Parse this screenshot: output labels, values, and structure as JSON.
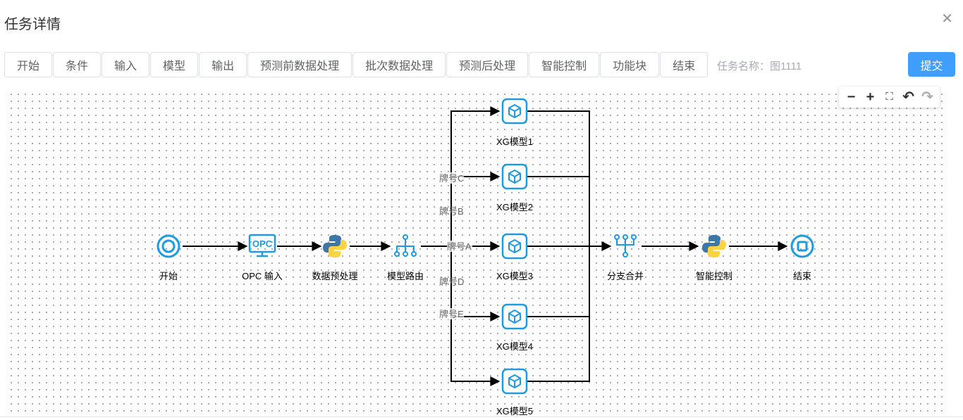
{
  "title": "任务详情",
  "toolbar": [
    "开始",
    "条件",
    "输入",
    "模型",
    "输出",
    "预测前数据处理",
    "批次数据处理",
    "预测后处理",
    "智能控制",
    "功能块",
    "结束"
  ],
  "task_name": "任务名称：图1111",
  "submit": "提交",
  "canvas_controls": {
    "zoom_out": "−",
    "zoom_in": "+",
    "fit": "⛶",
    "undo": "↶",
    "redo": "↷"
  },
  "nodes": {
    "start": "开始",
    "opc": "OPC 输入",
    "pre": "数据预处理",
    "router": "模型路由",
    "m1": "XG模型1",
    "m2": "XG模型2",
    "m3": "XG模型3",
    "m4": "XG模型4",
    "m5": "XG模型5",
    "merge": "分支合并",
    "smart": "智能控制",
    "end": "结束"
  },
  "opc_icon_text": "OPC",
  "edges": {
    "c": "牌号C",
    "b": "牌号B",
    "a": "牌号A",
    "d": "牌号D",
    "e": "牌号E"
  },
  "colors": {
    "accent": "#409eff",
    "node_blue": "#1e9be0"
  }
}
